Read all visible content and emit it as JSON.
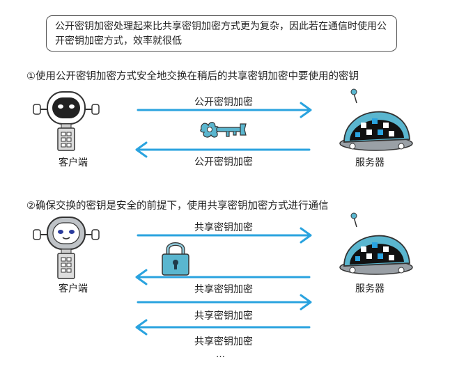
{
  "note": "公开密钥加密处理起来比共享密钥加密方式更为复杂，因此若在通信时使用公开密钥加密方式，效率就很低",
  "step1": {
    "title": "①使用公开密钥加密方式安全地交换在稍后的共享密钥加密中要使用的密钥",
    "arrow_top_label": "公开密钥加密",
    "arrow_bottom_label": "公开密钥加密",
    "client_label": "客户端",
    "server_label": "服务器"
  },
  "step2": {
    "title": "②确保交换的密钥是安全的前提下，使用共享密钥加密方式进行通信",
    "arrow_labels": [
      "共享密钥加密",
      "共享密钥加密",
      "共享密钥加密",
      "共享密钥加密"
    ],
    "client_label": "客户端",
    "server_label": "服务器",
    "continuation": "…"
  },
  "colors": {
    "arrow": "#2aa3df",
    "key": "#5ab6cf",
    "lock": "#5ab6cf"
  },
  "icons": [
    "robot-client-icon",
    "robot-server-icon",
    "key-icon",
    "padlock-icon"
  ]
}
